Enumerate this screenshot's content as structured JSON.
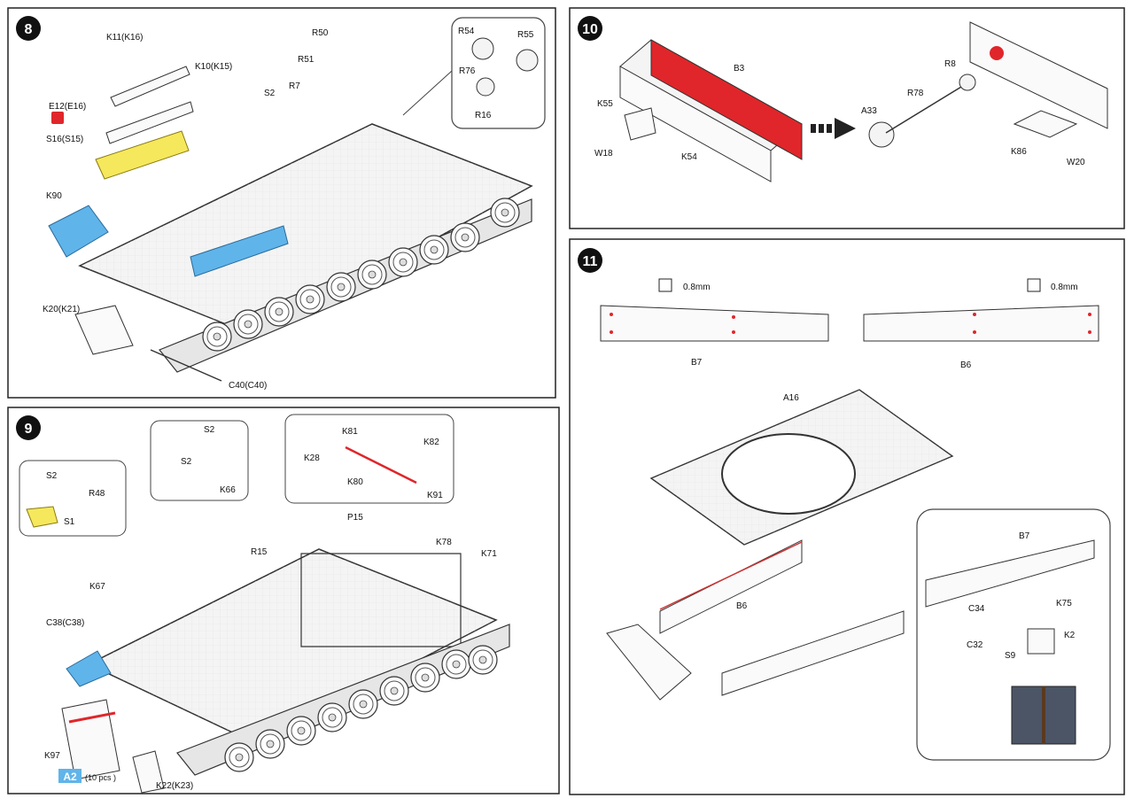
{
  "steps": {
    "s8": {
      "number": "8",
      "labels": [
        "K11(K16)",
        "K10(K15)",
        "E12(E16)",
        "S16(S15)",
        "R50",
        "R51",
        "R7",
        "S2",
        "R54",
        "R55",
        "R76",
        "R16",
        "K90",
        "K20(K21)",
        "C40(C40)"
      ]
    },
    "s9": {
      "number": "9",
      "labels": [
        "S2",
        "R48",
        "S1",
        "S2",
        "S2",
        "K66",
        "K81",
        "K82",
        "K28",
        "K80",
        "K91",
        "R15",
        "P15",
        "K78",
        "K71",
        "K67",
        "C38(C38)",
        "K97",
        "K22(K23)"
      ],
      "badge": "A2",
      "badge_note": "(10 pcs )"
    },
    "s10": {
      "number": "10",
      "labels": [
        "B3",
        "K55",
        "W18",
        "K54",
        "R8",
        "R78",
        "A33",
        "K86",
        "W20"
      ]
    },
    "s11": {
      "number": "11",
      "labels": [
        "0.8mm",
        "0.8mm",
        "B7",
        "B6",
        "A16",
        "B6",
        "B7",
        "K75",
        "C34",
        "C32",
        "K2",
        "S9"
      ]
    }
  },
  "colors": {
    "yellow": "#f5e85c",
    "blue": "#5fb4ea",
    "red": "#e0262a",
    "line": "#3c3c3c",
    "badge": "#5fb4ea"
  }
}
